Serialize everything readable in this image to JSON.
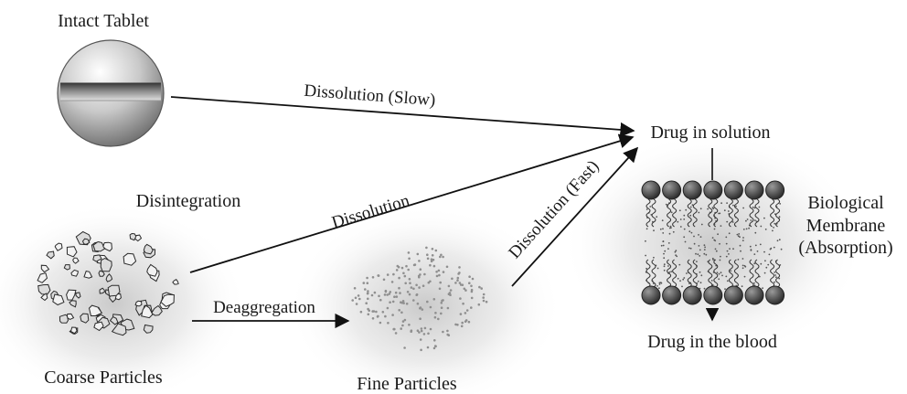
{
  "labels": {
    "intact_tablet": "Intact Tablet",
    "disintegration": "Disintegration",
    "coarse_particles": "Coarse Particles",
    "fine_particles": "Fine Particles",
    "drug_in_solution": "Drug in solution",
    "drug_in_blood": "Drug in the blood",
    "membrane_line1": "Biological",
    "membrane_line2": "Membrane",
    "membrane_line3": "(Absorption)"
  },
  "arrows": {
    "tablet_to_solution": "Dissolution (Slow)",
    "coarse_to_solution": "Dissolution",
    "fine_to_solution": "Dissolution (Fast)",
    "coarse_to_fine": "Deaggregation"
  },
  "colors": {
    "line": "#111111",
    "head": "#4a4a4a",
    "halo": "#c8c8c8",
    "particle": "#9a9a9a"
  }
}
